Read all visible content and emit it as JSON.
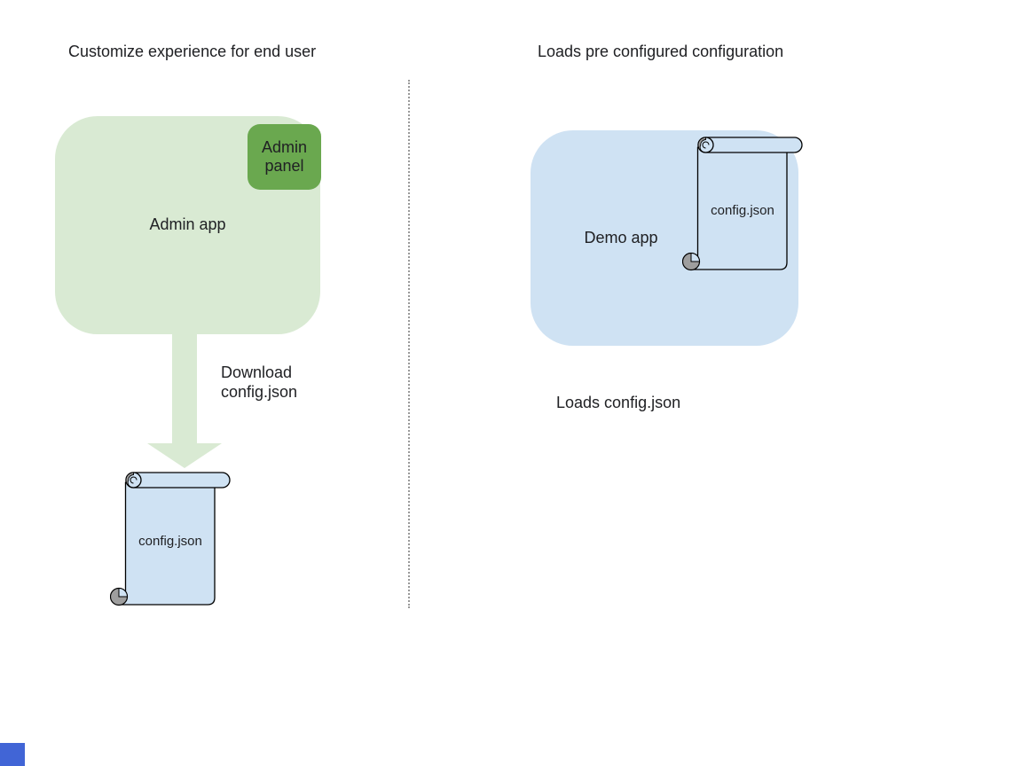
{
  "left_section": {
    "title": "Customize experience for end user",
    "admin_app_label": "Admin app",
    "admin_panel_label": "Admin panel",
    "arrow_label": "Download\nconfig.json",
    "config_file_label": "config.json"
  },
  "right_section": {
    "title": "Loads pre configured configuration",
    "demo_app_label": "Demo app",
    "config_file_label": "config.json",
    "caption": "Loads config.json"
  },
  "colors": {
    "background": "#ffffff",
    "app_light_green": "#d9ead3",
    "panel_green": "#6aa84f",
    "file_light_blue": "#cfe2f3",
    "shape_outline": "#000000",
    "scroll_curl_gray": "#9e9e9e",
    "divider_gray": "#999999",
    "text": "#202124",
    "corner_square_blue": "#4165d6"
  }
}
